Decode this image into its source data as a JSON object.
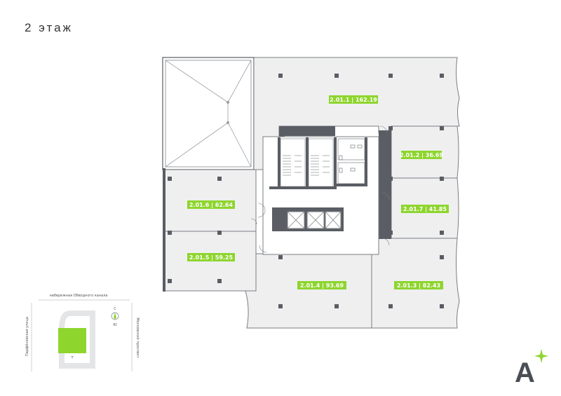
{
  "floor_title": "2 этаж",
  "units": [
    {
      "id": "2.01.1",
      "area": "162.19",
      "text": "2.01.1 | 162.19"
    },
    {
      "id": "2.01.2",
      "area": "36.69",
      "text": "2.01.2 | 36.69"
    },
    {
      "id": "2.01.7",
      "area": "41.85",
      "text": "2.01.7 | 41.85"
    },
    {
      "id": "2.01.6",
      "area": "62.64",
      "text": "2.01.6 | 62.64"
    },
    {
      "id": "2.01.5",
      "area": "59.25",
      "text": "2.01.5 | 59.25"
    },
    {
      "id": "2.01.4",
      "area": "93.69",
      "text": "2.01.4 | 93.69"
    },
    {
      "id": "2.01.3",
      "area": "82.43",
      "text": "2.01.3 | 82.43"
    }
  ],
  "site_map": {
    "street_top": "набережная Обводного канала",
    "street_left": "Парфёновская улица",
    "street_right": "Московский проспект",
    "building_label": "T",
    "compass_north": "С",
    "compass_south": "Ю"
  },
  "colors": {
    "unit_fill": "#efeff0",
    "wall": "#5a5d63",
    "label_bg": "#8ed52e",
    "accent_star": "#8ed52e"
  },
  "logo": {
    "letter": "A"
  }
}
